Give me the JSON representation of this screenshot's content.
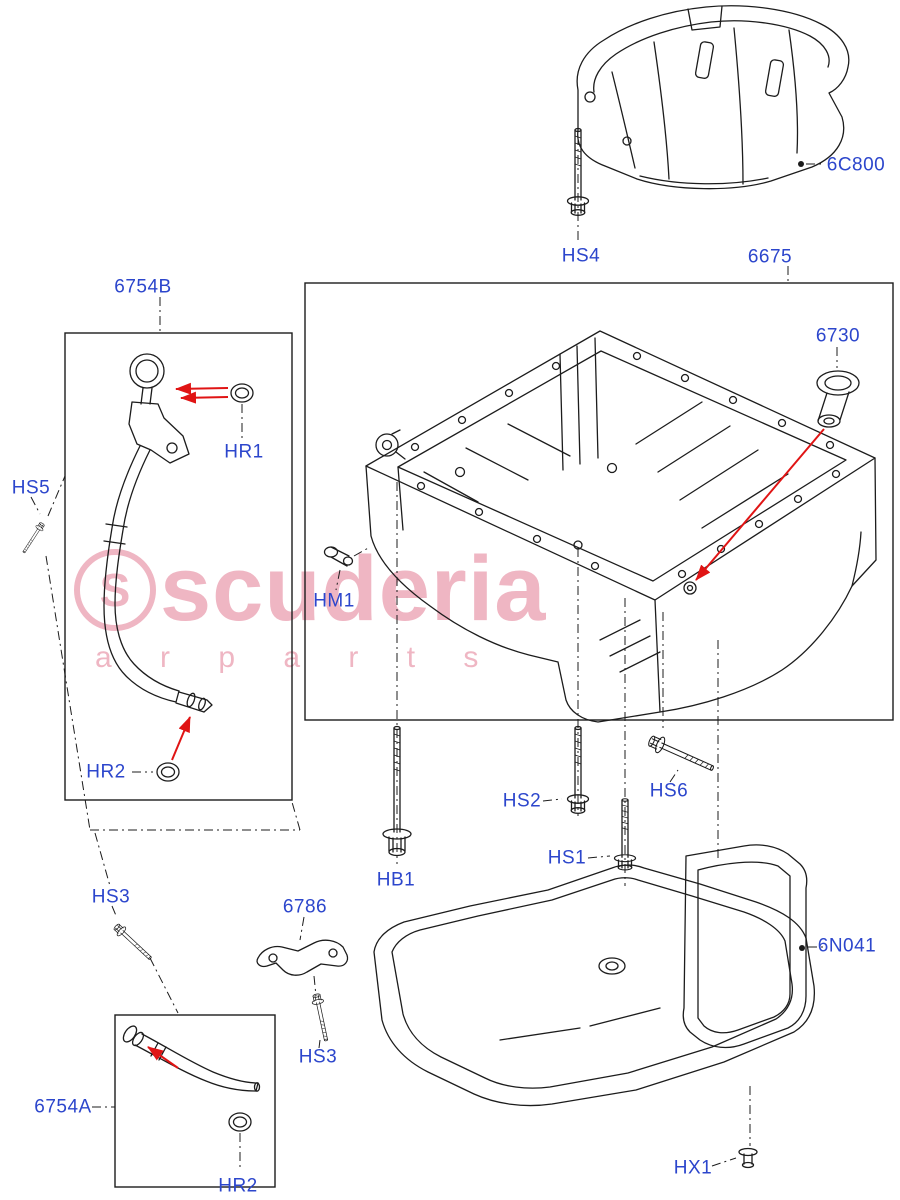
{
  "diagram": {
    "callouts": {
      "c6c800": "6C800",
      "hs4": "HS4",
      "c6675": "6675",
      "c6754b": "6754B",
      "c6730": "6730",
      "hr1": "HR1",
      "hs5": "HS5",
      "hm1": "HM1",
      "hr2_upper": "HR2",
      "hs2": "HS2",
      "hs6": "HS6",
      "hs1": "HS1",
      "hb1": "HB1",
      "hs3_upper": "HS3",
      "c6786": "6786",
      "c6n041": "6N041",
      "hs3_lower": "HS3",
      "c6754a": "6754A",
      "hx1": "HX1",
      "hr2_lower": "HR2"
    },
    "colors": {
      "callout": "#2c46cc",
      "line": "#1c1c1c",
      "arrow": "#e01414",
      "watermark": "#efb6c3"
    }
  },
  "watermark": {
    "logo_letter": "S",
    "word": "scuderia",
    "subword": "a r p a r t s"
  }
}
